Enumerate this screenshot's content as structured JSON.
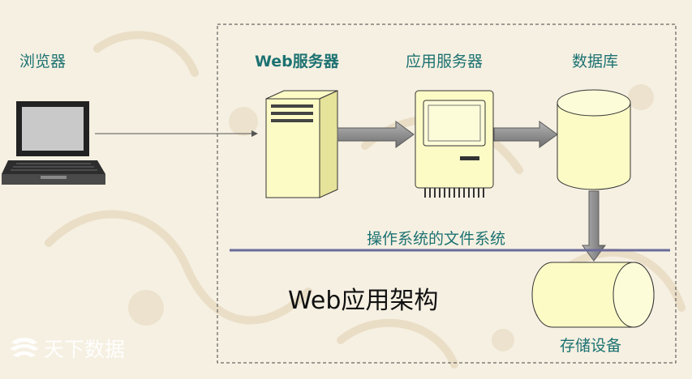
{
  "labels": {
    "browser": "浏览器",
    "web_server": "Web服务器",
    "app_server": "应用服务器",
    "database": "数据库",
    "os_filesystem": "操作系统的文件系统",
    "architecture": "Web应用架构",
    "storage": "存储设备"
  },
  "watermark": {
    "text": "天下数据"
  },
  "colors": {
    "label_teal": "#1c7272",
    "component_fill": "#fcfbc6",
    "arrow_gray": "#8a8a8a",
    "divider": "#6a6a9a"
  },
  "icons": [
    "laptop-icon",
    "server-tower-icon",
    "application-server-icon",
    "database-cylinder-icon",
    "storage-cylinder-icon",
    "watermark-logo-icon"
  ]
}
